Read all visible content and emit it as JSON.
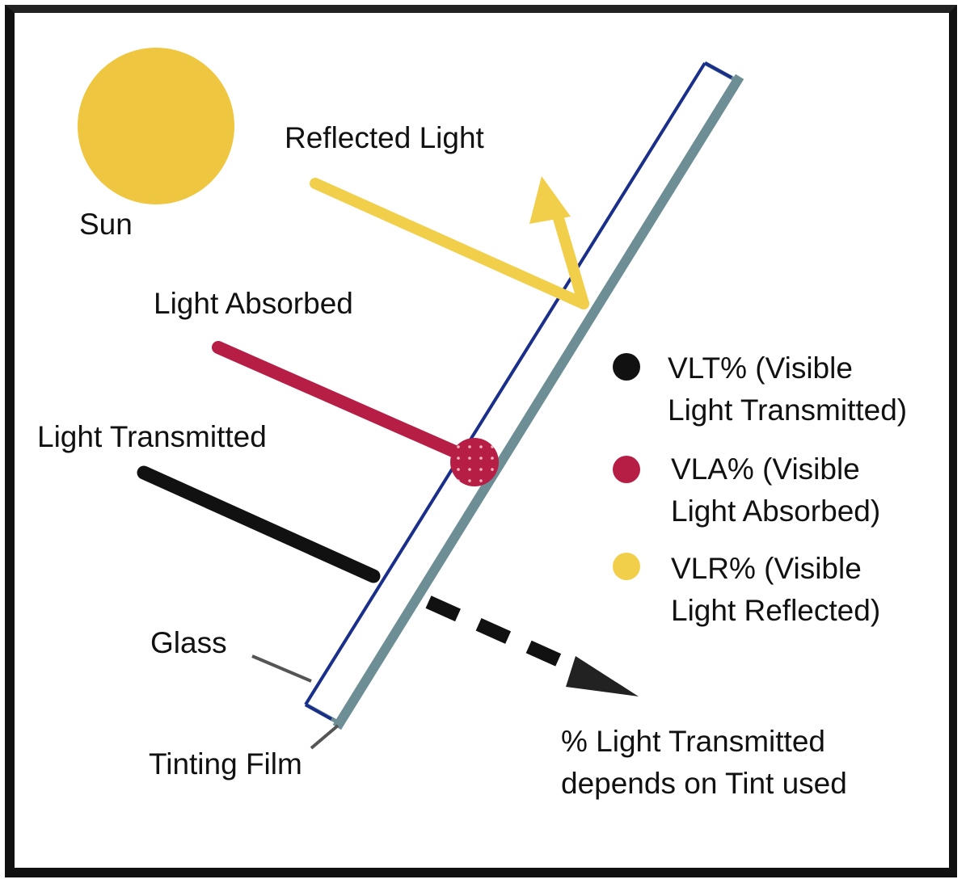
{
  "diagram": {
    "sun": {
      "label": "Sun",
      "color": "#EEC640"
    },
    "rays": {
      "reflected": {
        "label": "Reflected Light",
        "color": "#F1CF4A"
      },
      "absorbed": {
        "label": "Light Absorbed",
        "color": "#B61E45"
      },
      "transmitted": {
        "label": "Light Transmitted",
        "color": "#111111"
      }
    },
    "pane": {
      "glass_label": "Glass",
      "film_label": "Tinting Film",
      "glass_color": "#1A2F8A",
      "film_color": "#6E8E96"
    },
    "legend": [
      {
        "line1": "VLT% (Visible",
        "line2": "Light Transmitted)",
        "color": "#111111"
      },
      {
        "line1": "VLA% (Visible",
        "line2": "Light Absorbed)",
        "color": "#B61E45"
      },
      {
        "line1": "VLR% (Visible",
        "line2": "Light Reflected)",
        "color": "#F1CF4A"
      }
    ],
    "note": {
      "line1": "% Light Transmitted",
      "line2": "depends on Tint used"
    }
  }
}
